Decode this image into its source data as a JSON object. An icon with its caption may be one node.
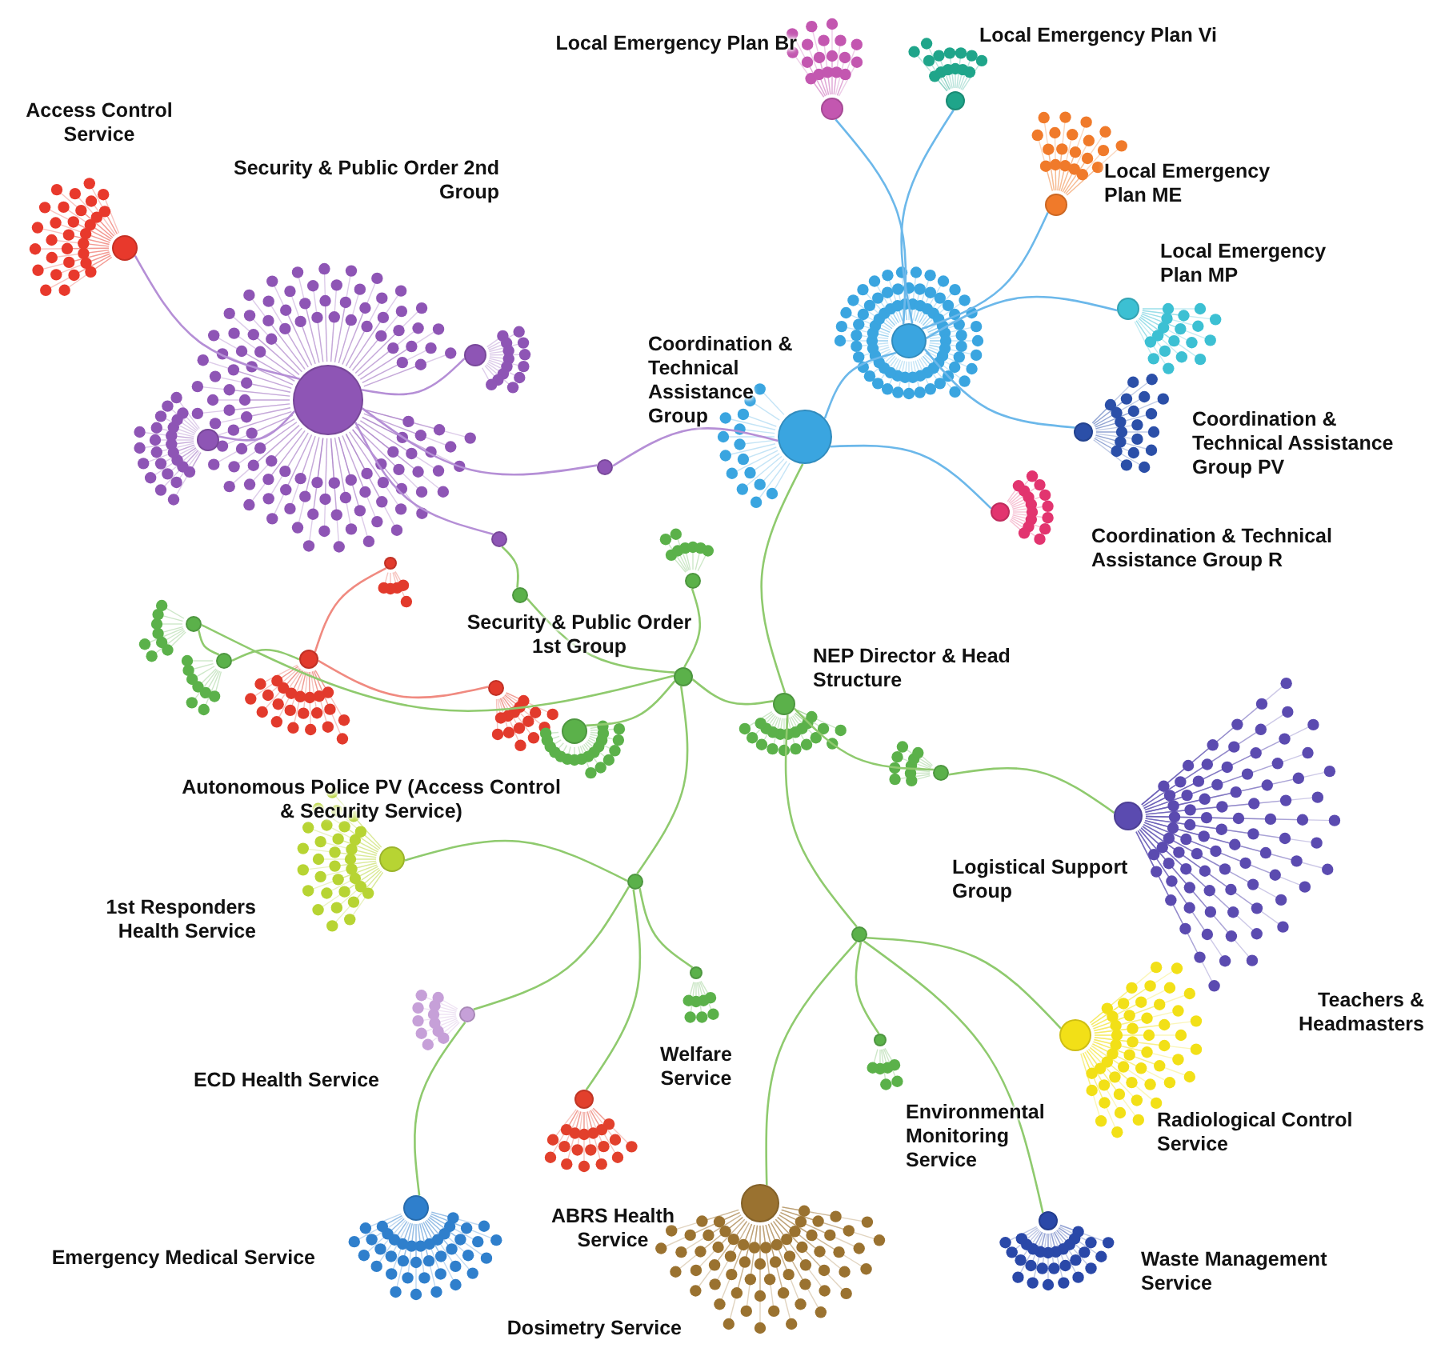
{
  "diagram": {
    "nodes": [
      {
        "text": [],
        "shape": "circle"
      },
      {
        "text": [],
        "shape": "circle"
      },
      {
        "text": [],
        "shape": "circle"
      },
      {
        "text": [],
        "shape": "circle"
      },
      {
        "text": [],
        "shape": "circle"
      },
      {
        "text": [],
        "shape": "circle"
      },
      {
        "text": [],
        "shape": "circle"
      },
      {
        "text": [],
        "shape": "circle"
      },
      {
        "text": [],
        "shape": "circle"
      },
      {
        "text": [],
        "shape": "circle"
      },
      {
        "text": [],
        "shape": "circle"
      },
      {
        "text": [],
        "shape": "circle"
      },
      {
        "text": [],
        "shape": "circle"
      },
      {
        "text": [],
        "shape": "circle"
      },
      {
        "text": [],
        "shape": "circle"
      },
      {
        "text": [],
        "shape": "circle"
      },
      {
        "text": [],
        "shape": "circle"
      },
      {
        "text": [],
        "shape": "circle"
      },
      {
        "text": [],
        "shape": "circle"
      },
      {
        "text": [],
        "shape": "circle"
      },
      {
        "text": [],
        "shape": "circle"
      },
      {
        "text": [],
        "shape": "circle"
      },
      {
        "text": [],
        "shape": "circle"
      },
      {
        "text": [],
        "shape": "circle"
      },
      {
        "text": [],
        "shape": "circle"
      },
      {
        "text": [],
        "shape": "circle"
      },
      {
        "text": [],
        "shape": "circle"
      },
      {
        "text": [],
        "shape": "circle"
      },
      {
        "text": [],
        "shape": "circle"
      },
      {
        "text": [],
        "shape": "circle"
      },
      {
        "text": [],
        "shape": "circle"
      },
      {
        "text": [],
        "shape": "circle"
      },
      {
        "text": [],
        "shape": "circle"
      },
      {
        "text": [],
        "shape": "circle"
      },
      {
        "text": [],
        "shape": "circle"
      },
      {
        "text": [],
        "shape": "circle"
      },
      {
        "text": [],
        "shape": "circle"
      }
    ],
    "edges": [
      {
        "from": 1,
        "to": 0,
        "arrow": "none",
        "color": "#b58fd6"
      },
      {
        "from": 1,
        "to": 34,
        "arrow": "none",
        "color": "#b58fd6"
      },
      {
        "from": 1,
        "to": 35,
        "arrow": "none",
        "color": "#b58fd6"
      },
      {
        "from": 1,
        "to": 26,
        "arrow": "none",
        "color": "#b58fd6"
      },
      {
        "from": 26,
        "to": 6,
        "arrow": "none",
        "color": "#b58fd6"
      },
      {
        "from": 1,
        "to": 25,
        "arrow": "none",
        "color": "#b58fd6"
      },
      {
        "from": 25,
        "to": 29,
        "arrow": "none"
      },
      {
        "from": 29,
        "to": 9,
        "arrow": "none"
      },
      {
        "from": 9,
        "to": 33,
        "arrow": "none"
      },
      {
        "from": 9,
        "to": 10,
        "arrow": "none"
      },
      {
        "from": 10,
        "to": 6,
        "arrow": "none"
      },
      {
        "from": 10,
        "to": 12,
        "arrow": "none"
      },
      {
        "from": 12,
        "to": 13,
        "arrow": "none"
      },
      {
        "from": 10,
        "to": 24,
        "arrow": "none"
      },
      {
        "from": 9,
        "to": 23,
        "arrow": "none"
      },
      {
        "from": 23,
        "to": 14,
        "arrow": "none"
      },
      {
        "from": 23,
        "to": 15,
        "arrow": "none"
      },
      {
        "from": 23,
        "to": 16,
        "arrow": "none"
      },
      {
        "from": 23,
        "to": 17,
        "arrow": "none"
      },
      {
        "from": 24,
        "to": 18,
        "arrow": "none"
      },
      {
        "from": 24,
        "to": 19,
        "arrow": "none"
      },
      {
        "from": 24,
        "to": 21,
        "arrow": "none"
      },
      {
        "from": 24,
        "to": 22,
        "arrow": "none"
      },
      {
        "from": 15,
        "to": 20,
        "arrow": "none"
      },
      {
        "from": 9,
        "to": 27,
        "arrow": "none"
      },
      {
        "from": 27,
        "to": 28,
        "arrow": "none"
      },
      {
        "from": 28,
        "to": 11,
        "arrow": "none"
      },
      {
        "from": 11,
        "to": 32,
        "arrow": "none",
        "color": "#f08a80"
      },
      {
        "from": 11,
        "to": 31,
        "arrow": "none",
        "color": "#f08a80"
      },
      {
        "from": 9,
        "to": 30,
        "arrow": "none"
      },
      {
        "from": 6,
        "to": 36,
        "arrow": "none",
        "color": "#6cb8ea"
      },
      {
        "from": 36,
        "to": 2,
        "arrow": "none",
        "color": "#6cb8ea"
      },
      {
        "from": 36,
        "to": 3,
        "arrow": "none",
        "color": "#6cb8ea"
      },
      {
        "from": 36,
        "to": 4,
        "arrow": "none",
        "color": "#6cb8ea"
      },
      {
        "from": 36,
        "to": 5,
        "arrow": "none",
        "color": "#6cb8ea"
      },
      {
        "from": 36,
        "to": 7,
        "arrow": "none",
        "color": "#6cb8ea"
      },
      {
        "from": 6,
        "to": 8,
        "arrow": "none",
        "color": "#6cb8ea"
      }
    ],
    "labels": [
      "Local Emergency Plan Vi",
      "Local Emergency Plan Br",
      "Access Control Service",
      "Local Emergency Plan ME",
      "Security & Public Order 2nd Group",
      "Local Emergency Plan MP",
      "Coordination & Technical Assistance Group",
      "Coordination & Technical Assistance Group PV",
      "Coordination & Technical Assistance Group R",
      "Security & Public Order 1st Group",
      "NEP Director & Head Structure",
      "Autonomous Police PV (Access Control & Security Service)",
      "Logistical Support Group",
      "1st Responders Health Service",
      "Teachers & Headmasters",
      "ECD Health Service",
      "Welfare Service",
      "Environmental Monitoring Service",
      "Radiological Control Service",
      "ABRS Health Service",
      "Emergency Medical Service",
      "Waste Management Service",
      "Dosimetry Service"
    ]
  }
}
